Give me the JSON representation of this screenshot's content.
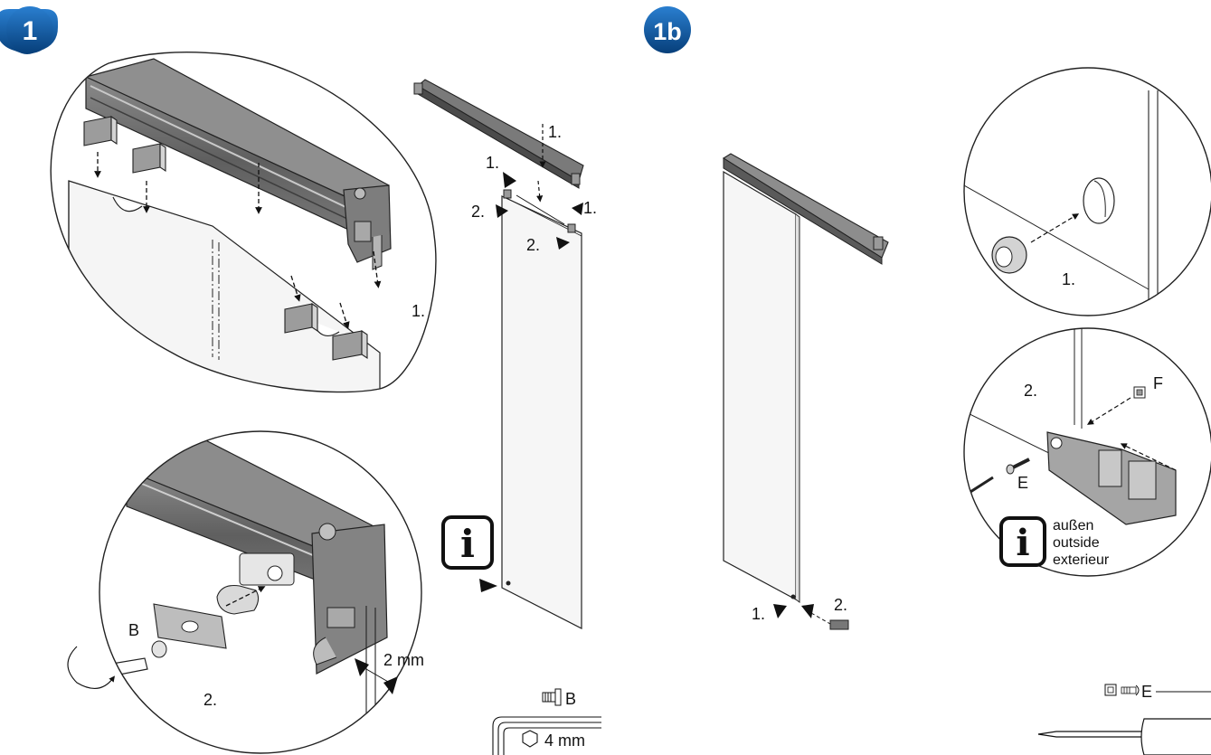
{
  "steps": {
    "step1": "1",
    "step1b": "1b"
  },
  "panel1": {
    "detail_top_label": "1.",
    "detail_bottom_label": "2.",
    "screw_label": "B",
    "gap_label": "2 mm",
    "overview_labels": {
      "a": "1.",
      "b": "1.",
      "c": "1.",
      "d": "2.",
      "e": "2."
    },
    "info_icon": "info-icon",
    "tools": {
      "screw_label": "B",
      "hex_key_label": "4 mm"
    }
  },
  "panel1b": {
    "detail_top_label": "1.",
    "detail_bottom_label": "2.",
    "washer_label": "F",
    "screw_label": "E",
    "info_lines": [
      "außen",
      "outside",
      "exterieur"
    ],
    "bottom_labels": {
      "left": "1.",
      "right": "2."
    },
    "tools": {
      "screw_label": "E"
    }
  },
  "colors": {
    "badge": "#0a5aa8",
    "badge_dark": "#083f78",
    "line": "#1a1a1a",
    "rail_dark": "#6e6e6e",
    "rail_mid": "#9a9a9a",
    "rail_light": "#c8c8c8",
    "glass": "#f4f4f4"
  }
}
